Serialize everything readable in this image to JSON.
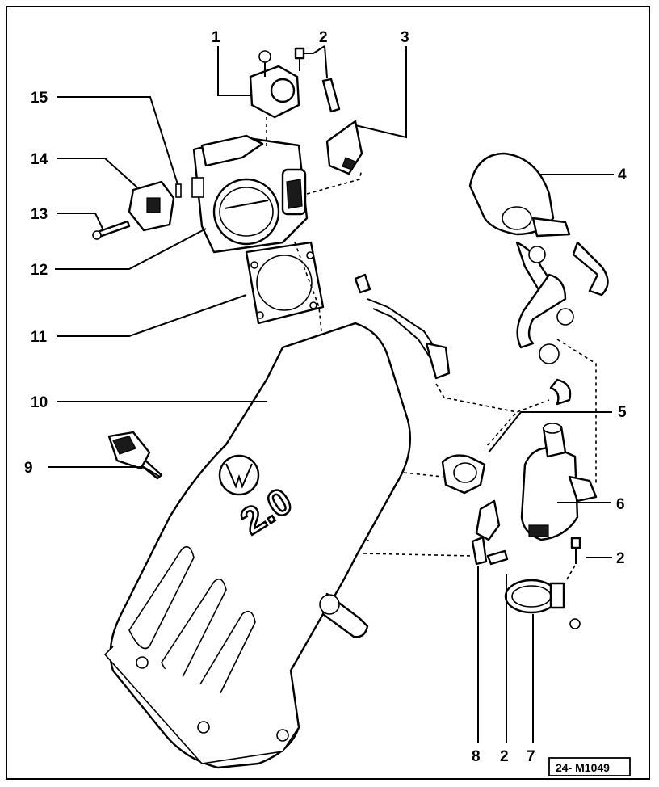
{
  "diagram": {
    "reference": "24- M1049",
    "emblem_text": "2.0",
    "callouts": [
      {
        "id": "c1",
        "label": "1"
      },
      {
        "id": "c2a",
        "label": "2"
      },
      {
        "id": "c3",
        "label": "3"
      },
      {
        "id": "c4",
        "label": "4"
      },
      {
        "id": "c5",
        "label": "5"
      },
      {
        "id": "c6",
        "label": "6"
      },
      {
        "id": "c2b",
        "label": "2"
      },
      {
        "id": "c7",
        "label": "7"
      },
      {
        "id": "c2c",
        "label": "2"
      },
      {
        "id": "c8",
        "label": "8"
      },
      {
        "id": "c9",
        "label": "9"
      },
      {
        "id": "c10",
        "label": "10"
      },
      {
        "id": "c11",
        "label": "11"
      },
      {
        "id": "c12",
        "label": "12"
      },
      {
        "id": "c13",
        "label": "13"
      },
      {
        "id": "c14",
        "label": "14"
      },
      {
        "id": "c15",
        "label": "15"
      }
    ]
  }
}
